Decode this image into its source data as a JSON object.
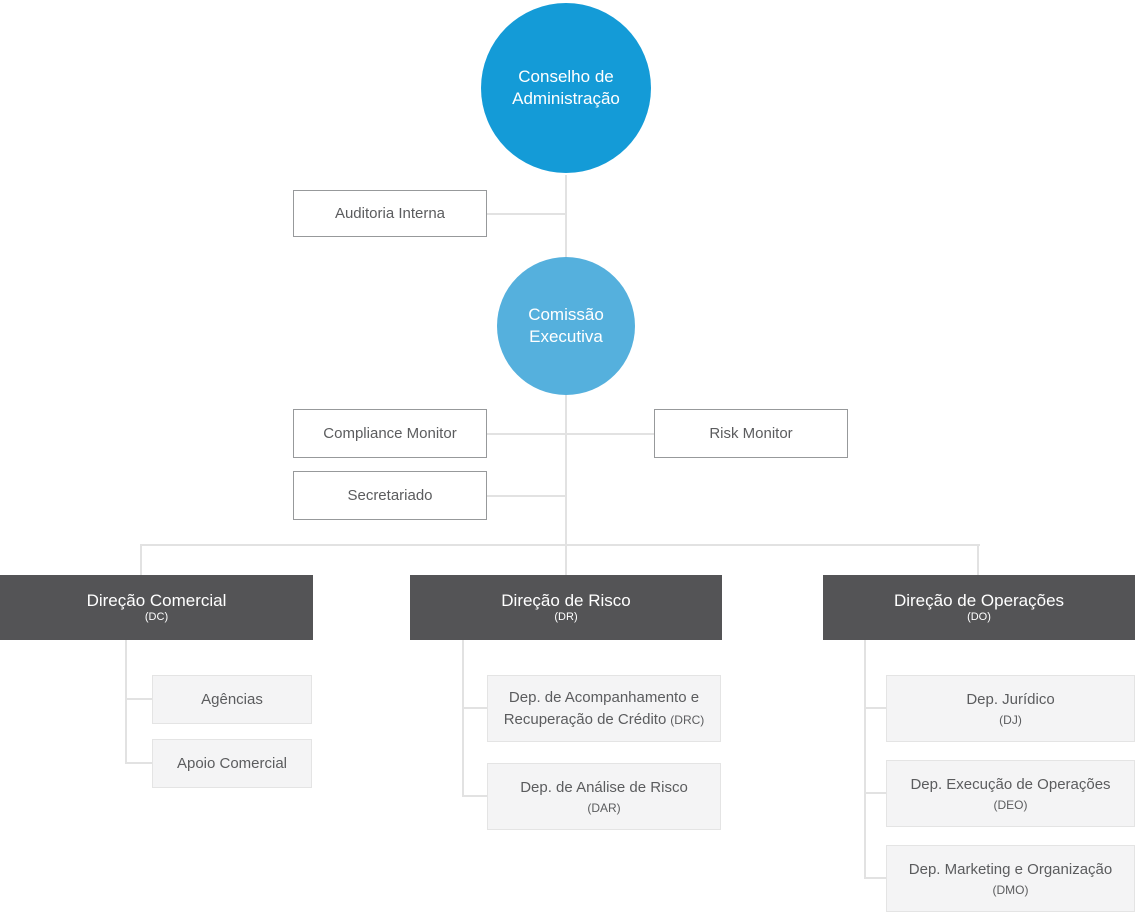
{
  "org": {
    "root": {
      "line1": "Conselho de",
      "line2": "Administração"
    },
    "executive": {
      "line1": "Comissão",
      "line2": "Executiva"
    },
    "support": {
      "auditoria": {
        "label": "Auditoria Interna"
      },
      "compliance": {
        "label": "Compliance Monitor"
      },
      "risk": {
        "label": "Risk Monitor"
      },
      "secretariado": {
        "label": "Secretariado"
      }
    },
    "departments": [
      {
        "title": "Direção Comercial",
        "code": "(DC)",
        "children": [
          {
            "line1": "Agências"
          },
          {
            "line1": "Apoio Comercial"
          }
        ]
      },
      {
        "title": "Direção de Risco",
        "code": "(DR)",
        "children": [
          {
            "line1": "Dep. de Acompanhamento e",
            "line2": "Recuperação de Crédito",
            "code": "(DRC)"
          },
          {
            "line1": "Dep. de Análise de Risco",
            "code": "(DAR)"
          }
        ]
      },
      {
        "title": "Direção de Operações",
        "code": "(DO)",
        "children": [
          {
            "line1": "Dep. Jurídico",
            "code": "(DJ)"
          },
          {
            "line1": "Dep. Execução de Operações",
            "code": "(DEO)"
          },
          {
            "line1": "Dep. Marketing e Organização",
            "code": "(DMO)"
          }
        ]
      }
    ]
  },
  "colors": {
    "board_circle": "#149bd7",
    "executive_circle": "#55b0dd",
    "department_header": "#545456",
    "connector_line": "#e2e2e2",
    "box_border": "#97999b",
    "box_text": "#5b5c5e",
    "child_box_bg": "#f4f4f5",
    "child_box_border": "#e4e4e4"
  }
}
